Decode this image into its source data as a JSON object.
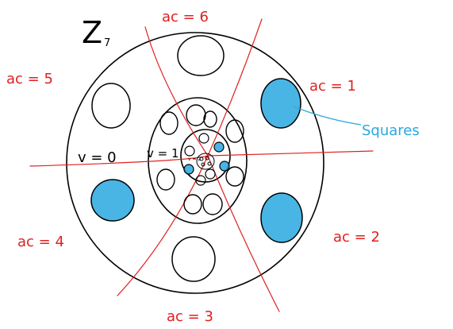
{
  "diagram": {
    "group_label": "Z",
    "group_subscript": "7",
    "sector_labels": [
      "ac = 1",
      "ac = 2",
      "ac = 3",
      "ac = 4",
      "ac = 5",
      "ac = 6"
    ],
    "ring_labels": [
      "v = 0",
      "v = 1",
      "v = 2"
    ],
    "annotation": "Squares"
  },
  "colors": {
    "ink": "#000000",
    "sector_lines": "#e02020",
    "sector_text": "#e02020",
    "squares_fill": "#29a8e0"
  }
}
